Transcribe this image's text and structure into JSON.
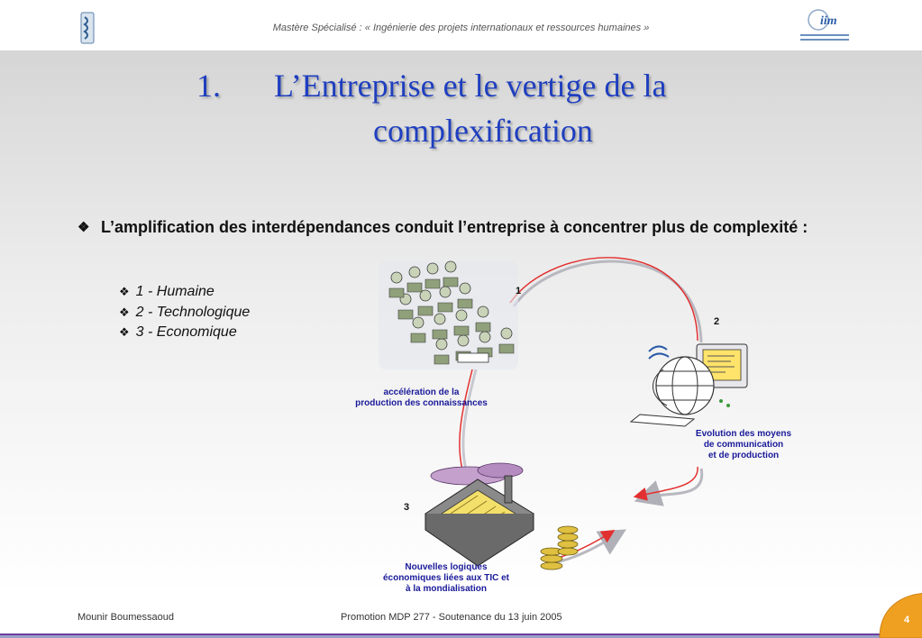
{
  "header": {
    "program_text": "Mastère Spécialisé : « Ingénierie des projets internationaux et ressources humaines »",
    "right_logo_text": "iim"
  },
  "title": {
    "number": "1.",
    "line1": "L’Entreprise et le vertige de la",
    "line2": "complexification"
  },
  "content": {
    "main_bullet": "L’amplification des interdépendances conduit l’entreprise à concentrer plus de complexité :",
    "sub_bullets": [
      "1 - Humaine",
      "2 - Technologique",
      "3 - Economique"
    ]
  },
  "diagram": {
    "nodes": [
      {
        "number": "1",
        "caption_lines": [
          "accélération de la",
          "production des connaissances"
        ],
        "icon": "people-crowd-icon"
      },
      {
        "number": "2",
        "caption_lines": [
          "Evolution des moyens",
          "de communication",
          "et de production"
        ],
        "icon": "computer-globe-icon"
      },
      {
        "number": "3",
        "caption_lines": [
          "Nouvelles logiques",
          "économiques liées aux TIC et",
          "à la mondialisation"
        ],
        "icon": "factory-coins-icon"
      }
    ],
    "arrow_color": "#e23030"
  },
  "footer": {
    "author": "Mounir Boumessaoud",
    "event": "Promotion MDP 277 -  Soutenance du 13 juin 2005",
    "page_number": "4"
  },
  "colors": {
    "title": "#1f3fbf",
    "caption": "#1a1a9a",
    "badge": "#f0a020"
  }
}
